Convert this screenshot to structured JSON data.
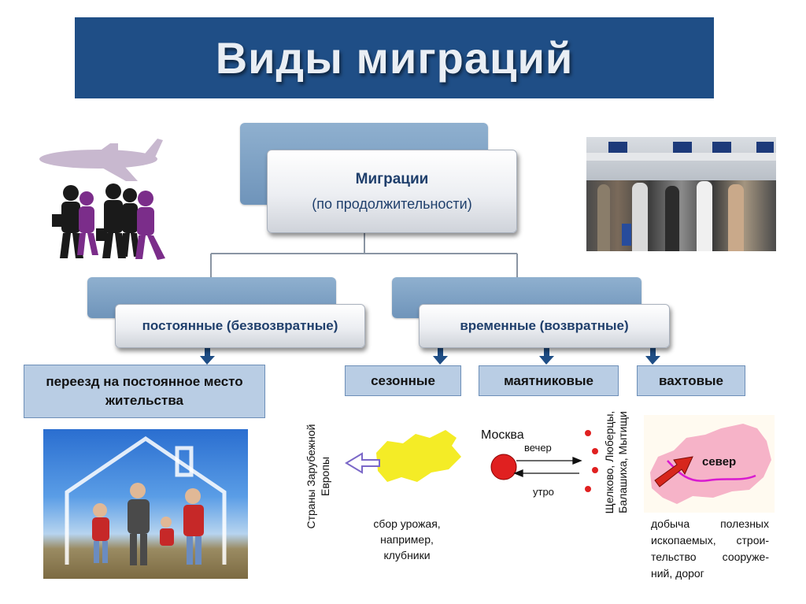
{
  "title": "Виды миграций",
  "root": {
    "title": "Миграции",
    "subtitle": "(по продолжительности)"
  },
  "permanent": {
    "label": "постоянные (безвозвратные)"
  },
  "temporary": {
    "label": "временные (возвратные)"
  },
  "leaves": {
    "relocation": "переезд на постоянное место жительства",
    "seasonal": "сезонные",
    "pendulum": "маятниковые",
    "shift": "вахтовые"
  },
  "seasonal_detail": {
    "vertical_label": "Страны Зарубежной Европы",
    "caption": [
      "сбор урожая,",
      "например,",
      "клубники"
    ]
  },
  "pendulum_detail": {
    "city": "Москва",
    "evening": "вечер",
    "morning": "утро",
    "suburbs": [
      "Щелково, Люберцы,",
      "Балашиха, Мытищи"
    ]
  },
  "shift_detail": {
    "region": "север",
    "caption": [
      "добыча полезных",
      "ископаемых, строи-",
      "тельство сооруже-",
      "ний, дорог"
    ]
  },
  "colors": {
    "title_bg": "#1f4e86",
    "leaf_bg": "#b9cde4",
    "arrow": "#1f4e86",
    "moscow_dot": "#e02020",
    "map_yellow": "#f4ec26",
    "map_pink": "#f6b3c8"
  }
}
